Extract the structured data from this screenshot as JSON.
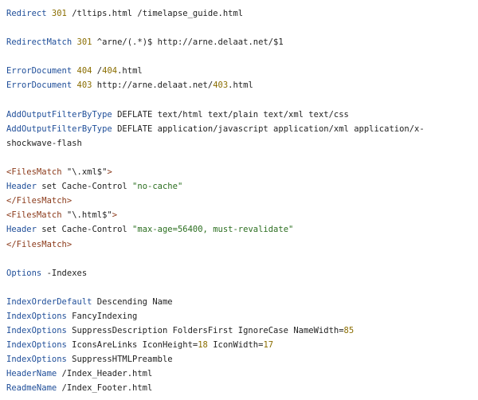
{
  "colors": {
    "background": "#ffffff",
    "keyword": "#1f4e99",
    "number": "#8a6d00",
    "tag": "#8b3a1a",
    "string": "#2b6e1f",
    "plain": "#222222"
  },
  "lines": [
    [
      {
        "t": "Redirect",
        "c": "kw"
      },
      {
        "t": " ",
        "c": "plain"
      },
      {
        "t": "301",
        "c": "num"
      },
      {
        "t": " /tltips.html /timelapse_guide.html",
        "c": "plain"
      }
    ],
    [],
    [
      {
        "t": "RedirectMatch",
        "c": "kw"
      },
      {
        "t": " ",
        "c": "plain"
      },
      {
        "t": "301",
        "c": "num"
      },
      {
        "t": " ^arne/(.*)$ http://arne.delaat.net/$1",
        "c": "plain"
      }
    ],
    [],
    [
      {
        "t": "ErrorDocument",
        "c": "kw"
      },
      {
        "t": " ",
        "c": "plain"
      },
      {
        "t": "404",
        "c": "num"
      },
      {
        "t": " /",
        "c": "plain"
      },
      {
        "t": "404",
        "c": "num"
      },
      {
        "t": ".html",
        "c": "plain"
      }
    ],
    [
      {
        "t": "ErrorDocument",
        "c": "kw"
      },
      {
        "t": " ",
        "c": "plain"
      },
      {
        "t": "403",
        "c": "num"
      },
      {
        "t": " http://arne.delaat.net/",
        "c": "plain"
      },
      {
        "t": "403",
        "c": "num"
      },
      {
        "t": ".html",
        "c": "plain"
      }
    ],
    [],
    [
      {
        "t": "AddOutputFilterByType",
        "c": "kw"
      },
      {
        "t": " DEFLATE text/html text/plain text/xml text/css",
        "c": "plain"
      }
    ],
    [
      {
        "t": "AddOutputFilterByType",
        "c": "kw"
      },
      {
        "t": " DEFLATE application/javascript application/xml application/x-shockwave-flash",
        "c": "plain"
      }
    ],
    [],
    [
      {
        "t": "<FilesMatch",
        "c": "tag"
      },
      {
        "t": " \"\\.xml$\"",
        "c": "plain"
      },
      {
        "t": ">",
        "c": "tag"
      }
    ],
    [
      {
        "t": "Header",
        "c": "kw"
      },
      {
        "t": " set Cache-Control ",
        "c": "plain"
      },
      {
        "t": "\"no-cache\"",
        "c": "str"
      }
    ],
    [
      {
        "t": "</FilesMatch>",
        "c": "tag"
      }
    ],
    [
      {
        "t": "<FilesMatch",
        "c": "tag"
      },
      {
        "t": " \"\\.html$\"",
        "c": "plain"
      },
      {
        "t": ">",
        "c": "tag"
      }
    ],
    [
      {
        "t": "Header",
        "c": "kw"
      },
      {
        "t": " set Cache-Control ",
        "c": "plain"
      },
      {
        "t": "\"max-age=56400, must-revalidate\"",
        "c": "str"
      }
    ],
    [
      {
        "t": "</FilesMatch>",
        "c": "tag"
      }
    ],
    [],
    [
      {
        "t": "Options",
        "c": "kw"
      },
      {
        "t": " -Indexes",
        "c": "plain"
      }
    ],
    [],
    [
      {
        "t": "IndexOrderDefault",
        "c": "kw"
      },
      {
        "t": " Descending Name",
        "c": "plain"
      }
    ],
    [
      {
        "t": "IndexOptions",
        "c": "kw"
      },
      {
        "t": " FancyIndexing",
        "c": "plain"
      }
    ],
    [
      {
        "t": "IndexOptions",
        "c": "kw"
      },
      {
        "t": " SuppressDescription FoldersFirst IgnoreCase NameWidth=",
        "c": "plain"
      },
      {
        "t": "85",
        "c": "num"
      }
    ],
    [
      {
        "t": "IndexOptions",
        "c": "kw"
      },
      {
        "t": " IconsAreLinks IconHeight=",
        "c": "plain"
      },
      {
        "t": "18",
        "c": "num"
      },
      {
        "t": " IconWidth=",
        "c": "plain"
      },
      {
        "t": "17",
        "c": "num"
      }
    ],
    [
      {
        "t": "IndexOptions",
        "c": "kw"
      },
      {
        "t": " SuppressHTMLPreamble",
        "c": "plain"
      }
    ],
    [
      {
        "t": "HeaderName",
        "c": "kw"
      },
      {
        "t": " /Index_Header.html",
        "c": "plain"
      }
    ],
    [
      {
        "t": "ReadmeName",
        "c": "kw"
      },
      {
        "t": " /Index_Footer.html",
        "c": "plain"
      }
    ]
  ]
}
